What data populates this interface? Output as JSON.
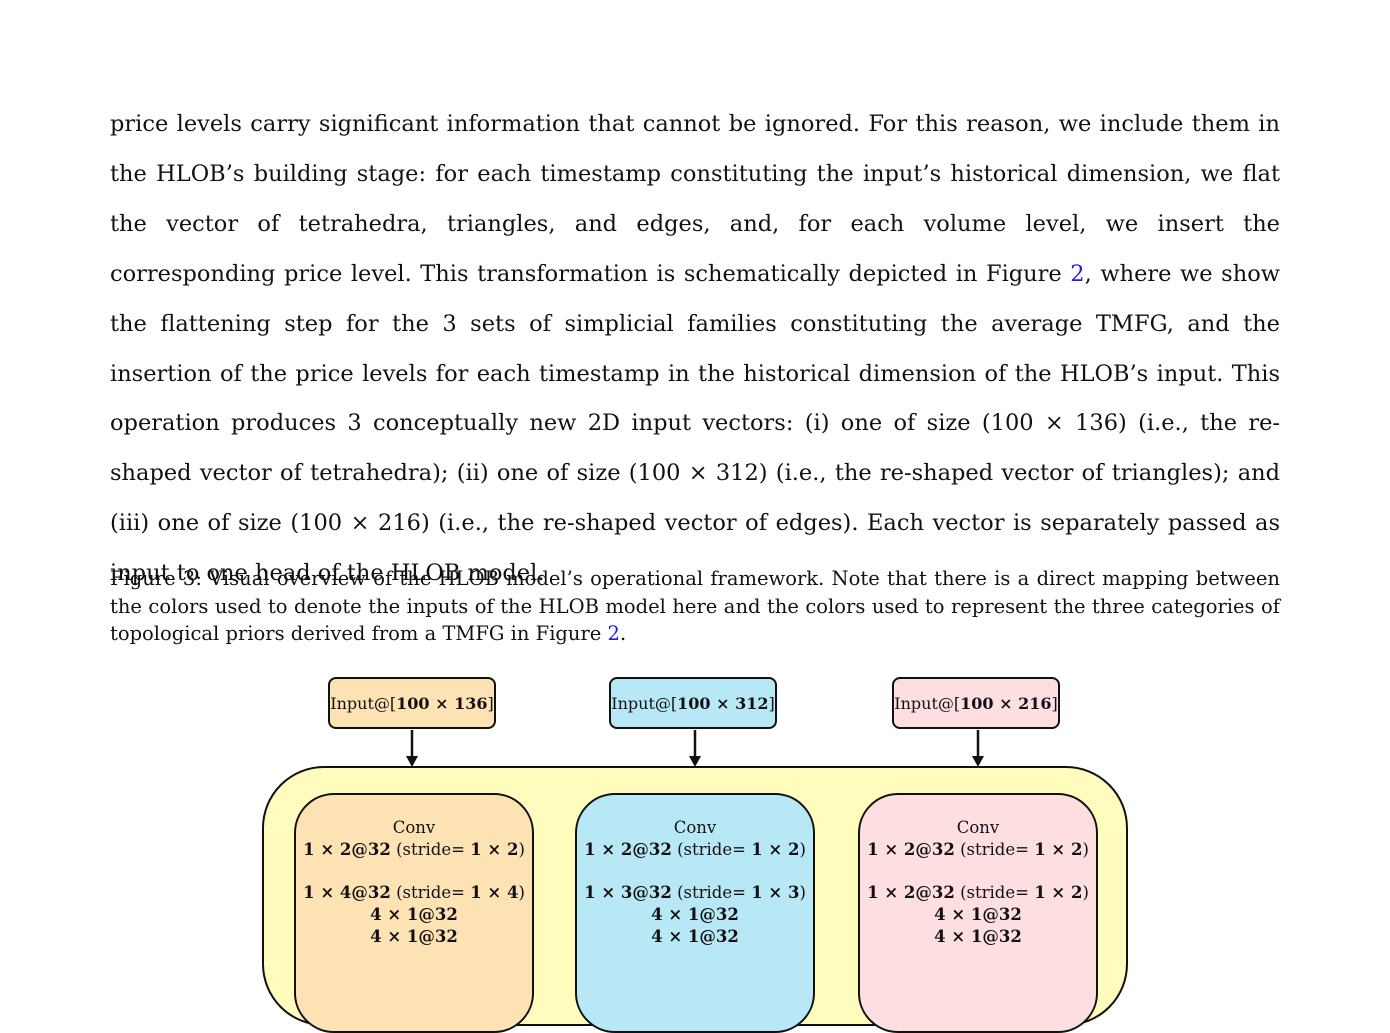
{
  "body_text": {
    "line1": "price levels carry significant information that cannot be ignored.  For this reason, we include them in the",
    "line2": "HLOB’s building stage: for each timestamp constituting the input’s historical dimension, we flat the vector",
    "line3": "of tetrahedra, triangles, and edges, and, for each volume level, we insert the corresponding price level. This",
    "line4_pre": "transformation is schematically depicted in Figure ",
    "line4_ref": "2",
    "line4_post": ", where we show the flattening step for the 3 sets of",
    "line5": "simplicial families constituting the average TMFG, and the insertion of the price levels for each timestamp",
    "line6": "in the historical dimension of the HLOB’s input.  This operation produces 3 conceptually new 2D input",
    "line7": "vectors: (i) one of size (100 × 136) (i.e., the re-shaped vector of tetrahedra); (ii) one of size (100 × 312) (i.e.,",
    "line8": "the re-shaped vector of triangles); and (iii) one of size (100 × 216) (i.e., the re-shaped vector of edges). Each",
    "line9": "vector is separately passed as input to one head of the HLOB model."
  },
  "caption": {
    "text": "Figure 3: Visual overview of the HLOB model’s operational framework. Note that there is a direct mapping between the colors used to denote the inputs of the HLOB model here and the colors used to represent the three categories of topological priors derived from a TMFG in Figure ",
    "ref": "2",
    "end": "."
  },
  "diagram": {
    "colors": {
      "orange": "#fde2b4",
      "blue": "#b8e8f5",
      "pink": "#fddfe2",
      "yellow": "#fffcbd"
    },
    "inputs": [
      {
        "prefix": "Input@[",
        "dims": "100 × 136",
        "suffix": "]",
        "color": "#fde2b4"
      },
      {
        "prefix": "Input@[",
        "dims": "100 × 312",
        "suffix": "]",
        "color": "#b8e8f5"
      },
      {
        "prefix": "Input@[",
        "dims": "100 × 216",
        "suffix": "]",
        "color": "#fddfe2"
      }
    ],
    "heads": [
      {
        "title": "Conv",
        "l1_bold": "1 × 2@32",
        "l1_text": " (stride= ",
        "l1_stride": "1 × 2",
        "l1_close": ")",
        "l2_bold": "1 × 4@32",
        "l2_text": " (stride= ",
        "l2_stride": "1 × 4",
        "l2_close": ")",
        "l3": "4 × 1@32",
        "l4": "4 × 1@32",
        "color": "#fde2b4"
      },
      {
        "title": "Conv",
        "l1_bold": "1 × 2@32",
        "l1_text": " (stride= ",
        "l1_stride": "1 × 2",
        "l1_close": ")",
        "l2_bold": "1 × 3@32",
        "l2_text": " (stride= ",
        "l2_stride": "1 × 3",
        "l2_close": ")",
        "l3": "4 × 1@32",
        "l4": "4 × 1@32",
        "color": "#b8e8f5"
      },
      {
        "title": "Conv",
        "l1_bold": "1 × 2@32",
        "l1_text": " (stride= ",
        "l1_stride": "1 × 2",
        "l1_close": ")",
        "l2_bold": "1 × 2@32",
        "l2_text": " (stride= ",
        "l2_stride": "1 × 2",
        "l2_close": ")",
        "l3": "4 × 1@32",
        "l4": "4 × 1@32",
        "color": "#fddfe2"
      }
    ]
  }
}
